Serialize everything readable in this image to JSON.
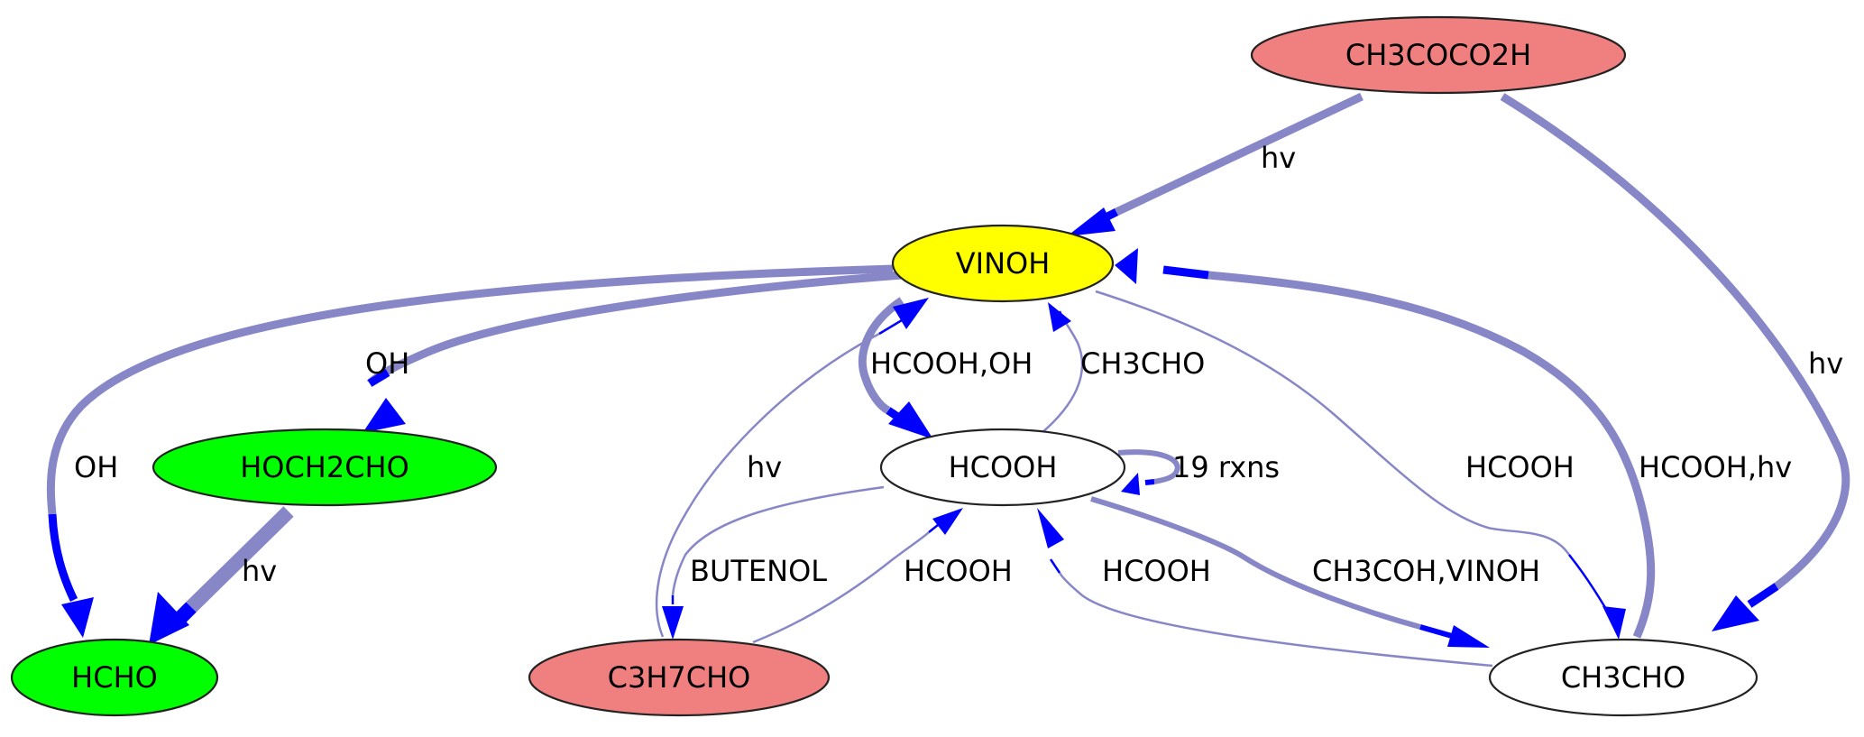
{
  "diagram": {
    "type": "reaction-pathway-graph",
    "colors": {
      "edge_body": "#8787c8",
      "edge_head": "#0000ff",
      "reactant_fill": "#f08080",
      "focus_fill": "#ffff00",
      "product_fill": "#00ff00",
      "neutral_fill": "#ffffff",
      "node_stroke": "#222222"
    },
    "nodes": [
      {
        "id": "CH3COCO2H",
        "label": "CH3COCO2H",
        "category": "reactant"
      },
      {
        "id": "VINOH",
        "label": "VINOH",
        "category": "focus"
      },
      {
        "id": "HOCH2CHO",
        "label": "HOCH2CHO",
        "category": "product"
      },
      {
        "id": "HCOOH",
        "label": "HCOOH",
        "category": "neutral"
      },
      {
        "id": "HCHO",
        "label": "HCHO",
        "category": "product"
      },
      {
        "id": "C3H7CHO",
        "label": "C3H7CHO",
        "category": "reactant"
      },
      {
        "id": "CH3CHO",
        "label": "CH3CHO",
        "category": "neutral"
      }
    ],
    "edges": [
      {
        "id": "e1",
        "from": "CH3COCO2H",
        "to": "VINOH",
        "label": "hv",
        "weight": "heavy"
      },
      {
        "id": "e2",
        "from": "CH3COCO2H",
        "to": "CH3CHO",
        "label": "hv",
        "weight": "heavy"
      },
      {
        "id": "e3",
        "from": "VINOH",
        "to": "HCHO",
        "label": "OH",
        "weight": "heavy"
      },
      {
        "id": "e4",
        "from": "VINOH",
        "to": "HOCH2CHO",
        "label": "OH",
        "weight": "heavy"
      },
      {
        "id": "e5",
        "from": "HOCH2CHO",
        "to": "HCHO",
        "label": "hv",
        "weight": "max"
      },
      {
        "id": "e6",
        "from": "VINOH",
        "to": "HCOOH",
        "label": "HCOOH,OH",
        "weight": "heavy"
      },
      {
        "id": "e7",
        "from": "HCOOH",
        "to": "VINOH",
        "label": "CH3CHO",
        "weight": "light"
      },
      {
        "id": "e8",
        "from": "C3H7CHO",
        "to": "VINOH",
        "label": "hv",
        "weight": "light"
      },
      {
        "id": "e9",
        "from": "HCOOH",
        "to": "HCOOH",
        "label": "19 rxns",
        "weight": "medium"
      },
      {
        "id": "e10",
        "from": "HCOOH",
        "to": "C3H7CHO",
        "label": "BUTENOL",
        "weight": "light"
      },
      {
        "id": "e11",
        "from": "C3H7CHO",
        "to": "HCOOH",
        "label": "HCOOH",
        "weight": "light"
      },
      {
        "id": "e12",
        "from": "CH3CHO",
        "to": "HCOOH",
        "label": "HCOOH",
        "weight": "light"
      },
      {
        "id": "e13",
        "from": "HCOOH",
        "to": "CH3CHO",
        "label": "CH3COH,VINOH",
        "weight": "medium"
      },
      {
        "id": "e14",
        "from": "VINOH",
        "to": "CH3CHO",
        "label": "HCOOH",
        "weight": "light"
      },
      {
        "id": "e15",
        "from": "CH3CHO",
        "to": "VINOH",
        "label": "HCOOH,hv",
        "weight": "heavy"
      }
    ]
  }
}
